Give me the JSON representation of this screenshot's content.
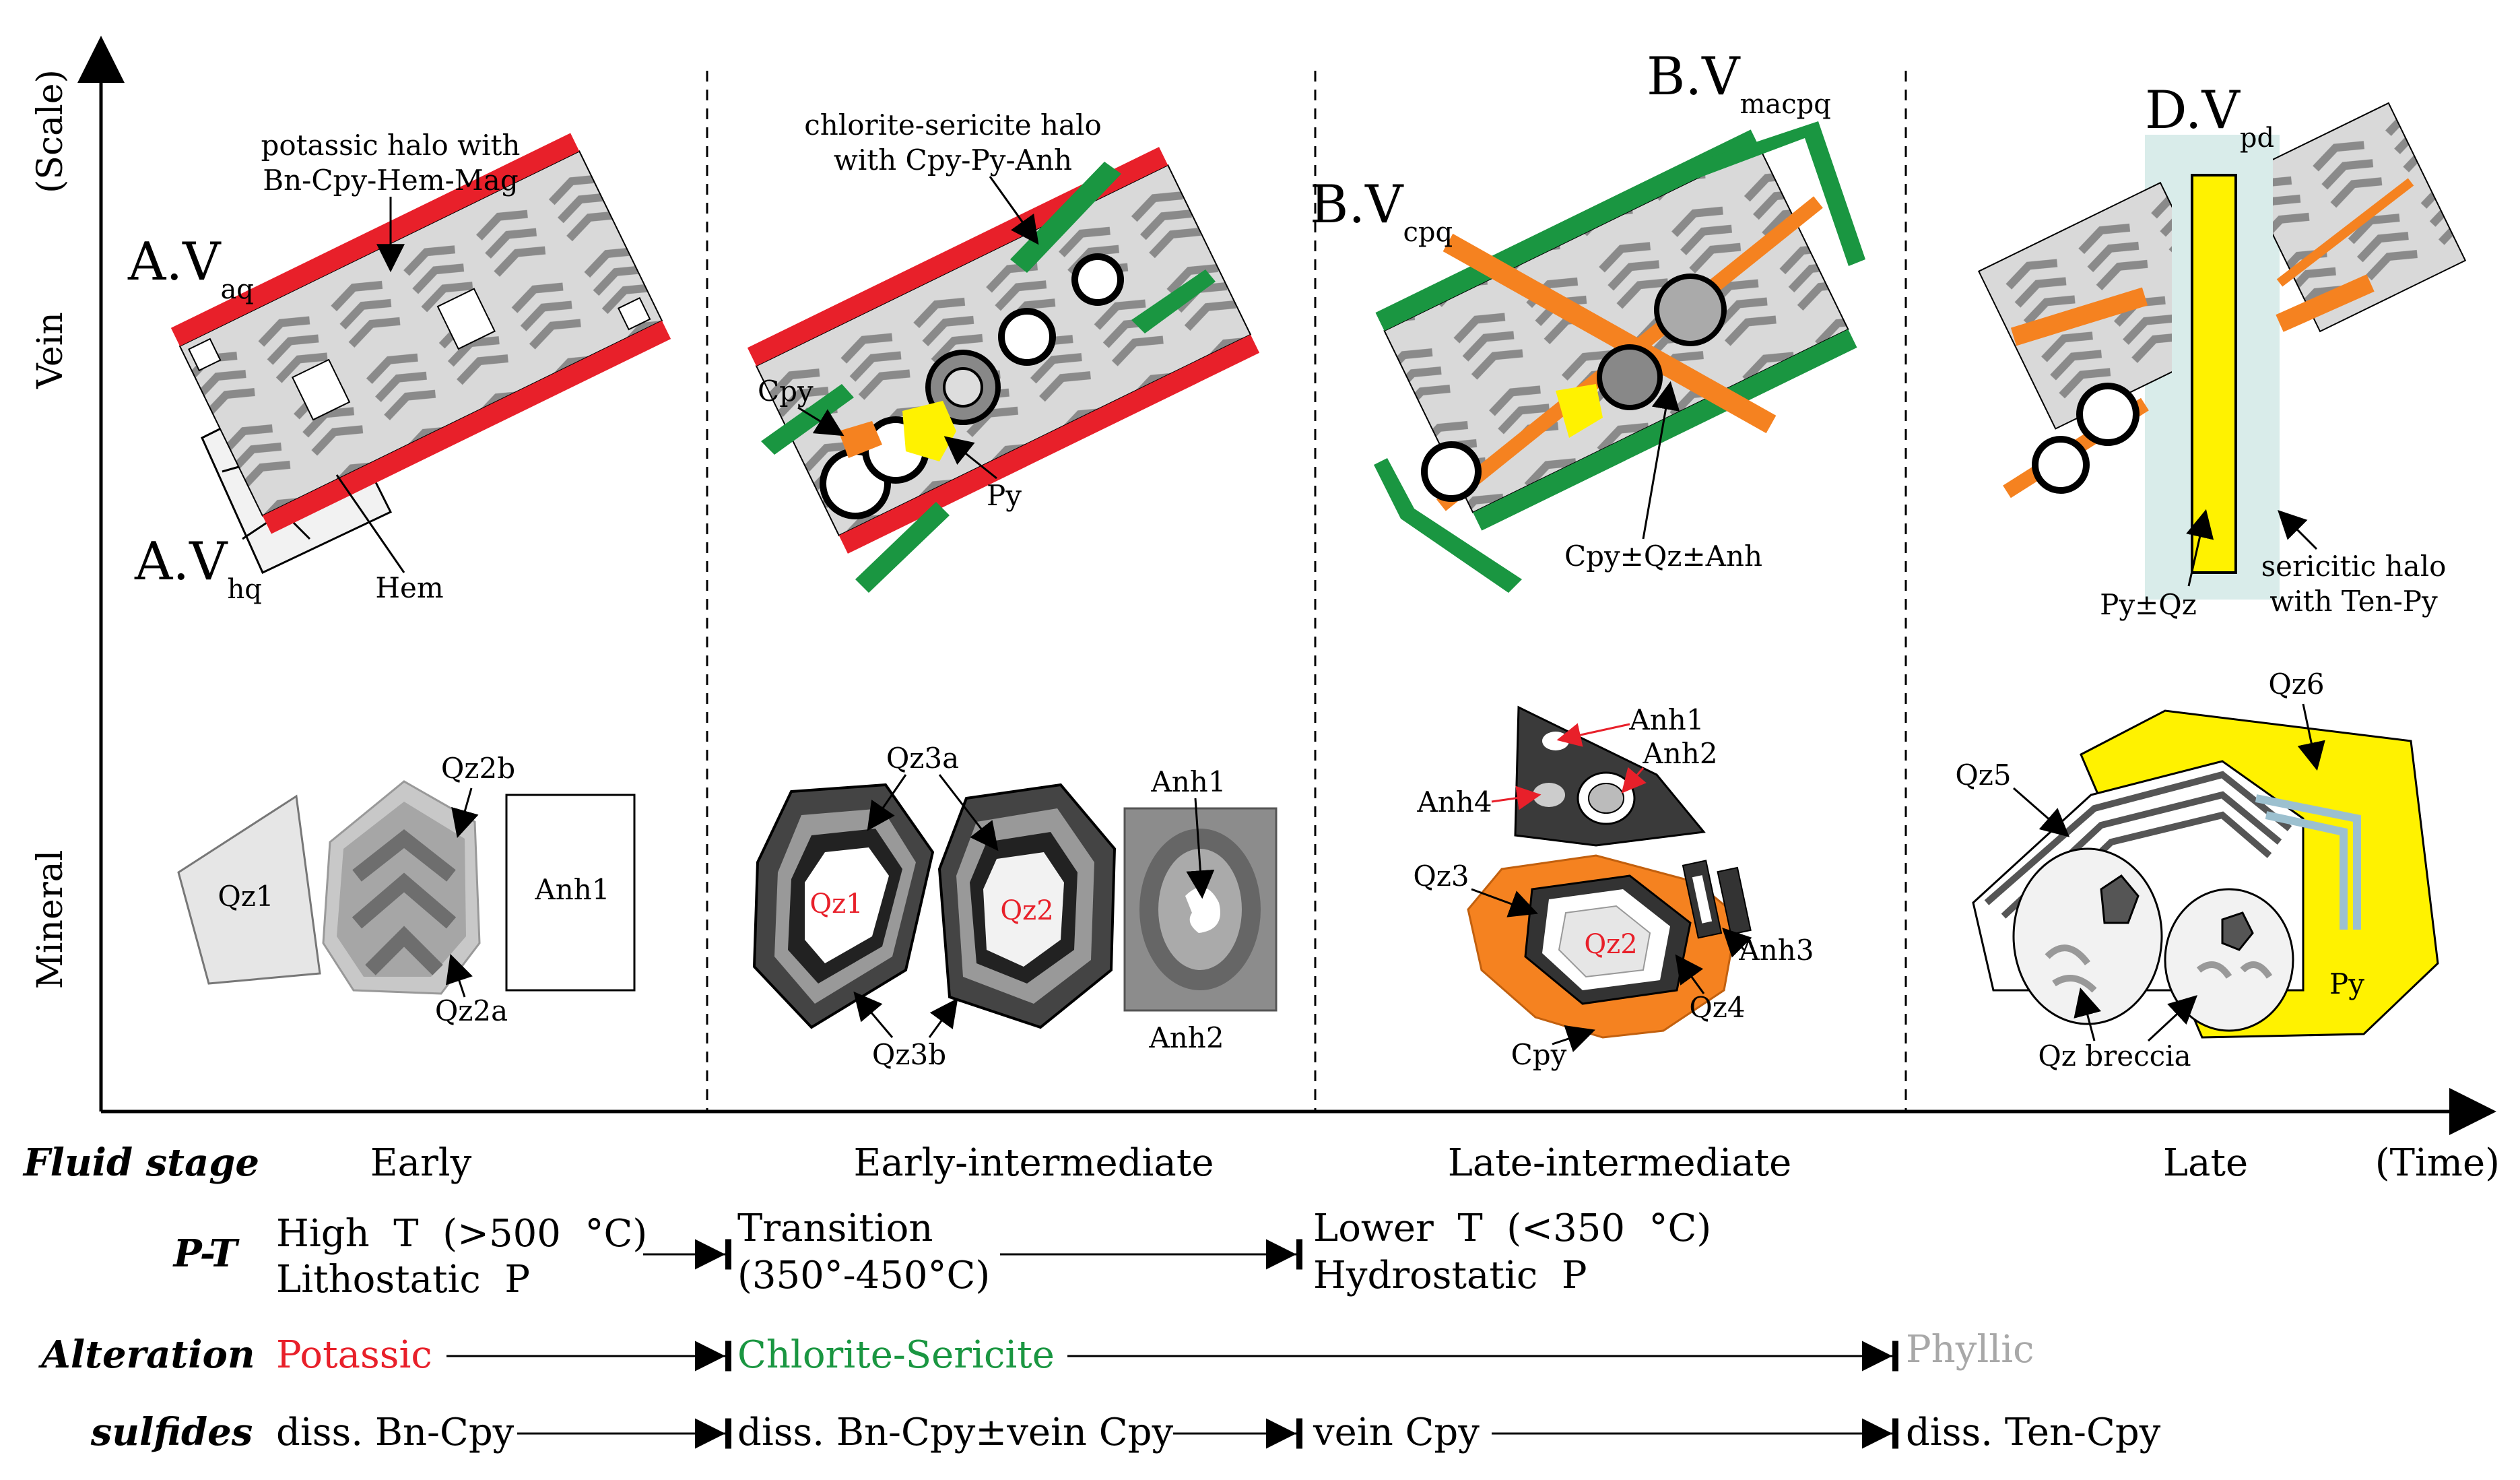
{
  "axes": {
    "y_scale": "(Scale)",
    "x_time": "(Time)",
    "row_vein": "Vein",
    "row_mineral": "Mineral"
  },
  "veins": {
    "avaq_main": "A.V",
    "avaq_sub": "aq",
    "avhq_main": "A.V",
    "avhq_sub": "hq",
    "bvcpq_main": "B.V",
    "bvcpq_sub": "cpq",
    "bvmacpq_main": "B.V",
    "bvmacpq_sub": "macpq",
    "dvpd_main": "D.V",
    "dvpd_sub": "pd"
  },
  "vein_labels": {
    "potassic_line1": "potassic halo with",
    "potassic_line2": "Bn-Cpy-Hem-Mag",
    "hem": "Hem",
    "chlorite_line1": "chlorite-sericite halo",
    "chlorite_line2": "with Cpy-Py-Anh",
    "cpy": "Cpy",
    "py": "Py",
    "cpy_qz_anh": "Cpy±Qz±Anh",
    "py_qz": "Py±Qz",
    "sericitic_line1": "sericitic halo",
    "sericitic_line2": "with Ten-Py"
  },
  "minerals": {
    "qz1": "Qz1",
    "qz2b": "Qz2b",
    "qz2a": "Qz2a",
    "anh1": "Anh1",
    "qz3a": "Qz3a",
    "qz3b": "Qz3b",
    "s2_qz1": "Qz1",
    "s2_qz2": "Qz2",
    "s2_anh1": "Anh1",
    "s2_anh2": "Anh2",
    "s3_anh1": "Anh1",
    "s3_anh2": "Anh2",
    "s3_anh4": "Anh4",
    "s3_qz3": "Qz3",
    "s3_qz2": "Qz2",
    "s3_anh3": "Anh3",
    "s3_qz4": "Qz4",
    "s3_cpy": "Cpy",
    "qz6": "Qz6",
    "qz5": "Qz5",
    "py": "Py",
    "qz_breccia": "Qz breccia"
  },
  "table": {
    "fluid_stage_label": "Fluid stage",
    "stages": [
      "Early",
      "Early-intermediate",
      "Late-intermediate",
      "Late"
    ],
    "pt_label": "P-T",
    "pt1_line1": "High  T  (>500  °C)",
    "pt1_line2": "Lithostatic  P",
    "pt2_line1": "Transition",
    "pt2_line2": "(350°-450°C)",
    "pt3_line1": "Lower  T  (<350  °C)",
    "pt3_line2": "Hydrostatic  P",
    "alteration_label": "Alteration",
    "alt1": "Potassic",
    "alt2": "Chlorite-Sericite",
    "alt3": "Phyllic",
    "sulfides_label": "sulfides",
    "sul1": "diss. Bn-Cpy",
    "sul2": "diss. Bn-Cpy±vein Cpy",
    "sul3": "vein Cpy",
    "sul4": "diss. Ten-Cpy"
  },
  "colors": {
    "potassic": "#e8202a",
    "chlorite": "#1a9641",
    "phyllic": "#a8a8a8",
    "orange": "#f58220",
    "yellow": "#fff200",
    "pale_cyan": "#d9ecea",
    "dark": "#333333",
    "light_gray": "#e6e6e6",
    "mid_gray": "#a6a6a6"
  }
}
